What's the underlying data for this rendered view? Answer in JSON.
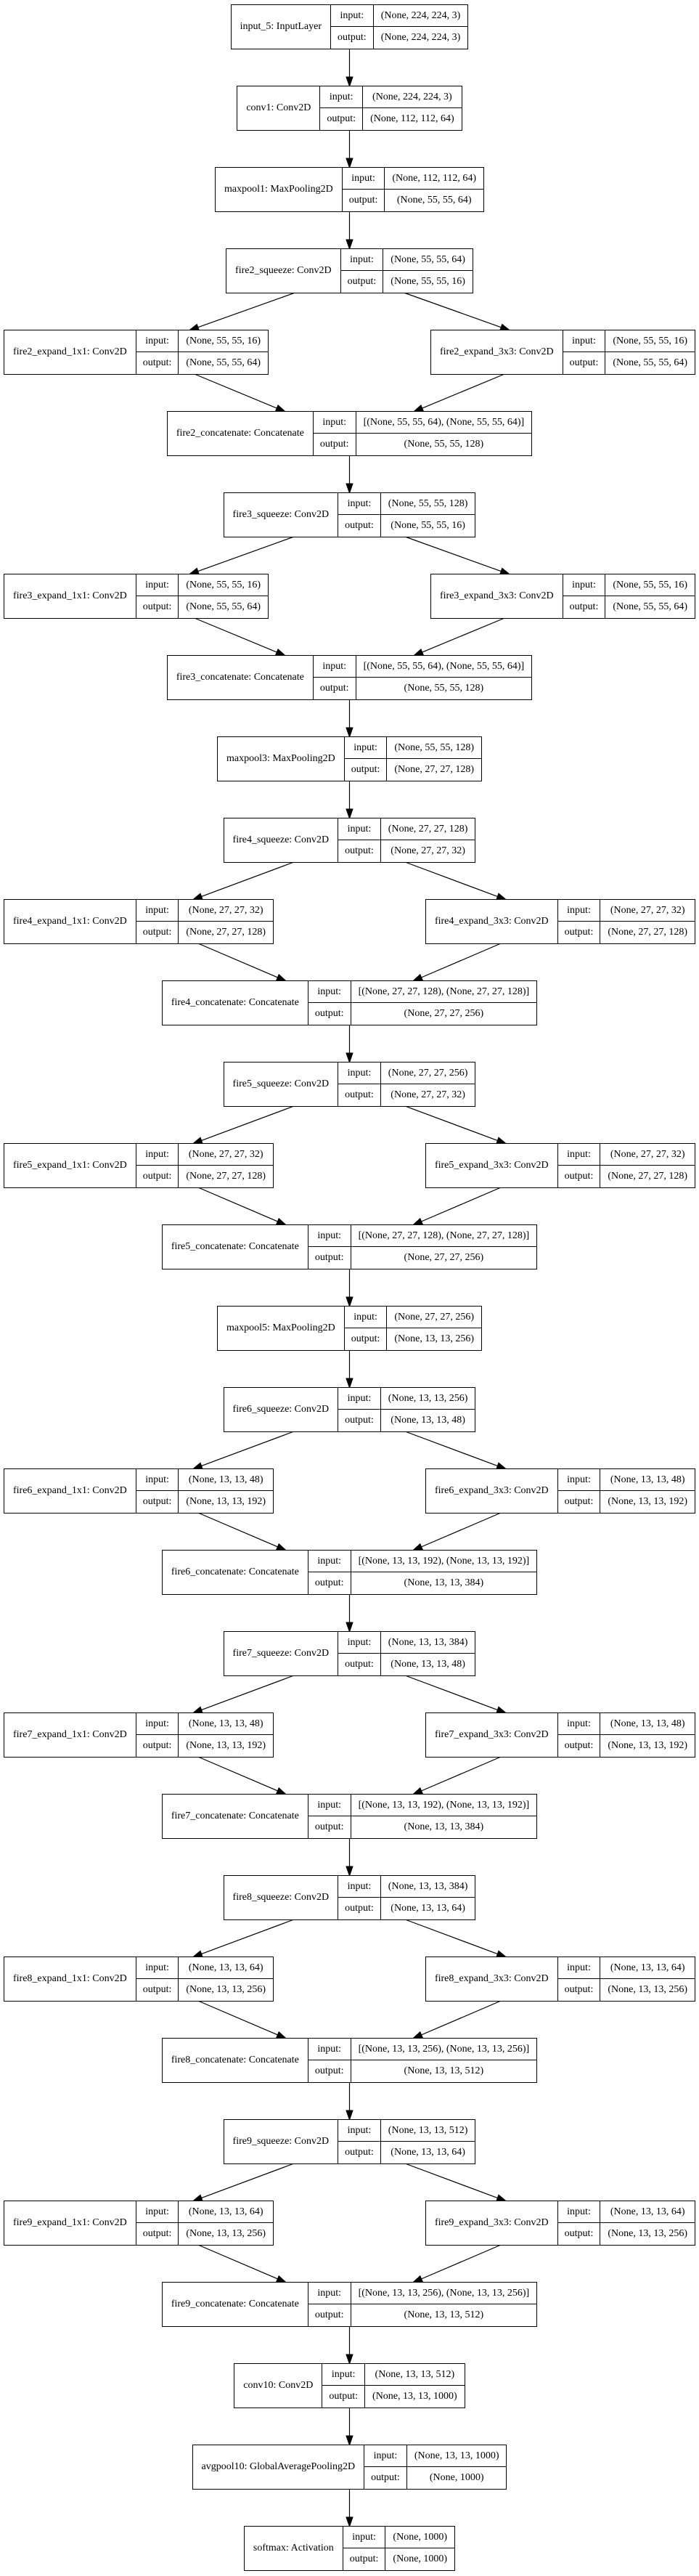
{
  "diagram": {
    "background": "#ffffff",
    "line_color": "#000000",
    "box_fill": "#ffffff",
    "text_color": "#000000",
    "io_labels": {
      "input": "input:",
      "output": "output:"
    }
  },
  "nodes": [
    {
      "id": "input_5",
      "label": "input_5: InputLayer",
      "input": "(None, 224, 224, 3)",
      "output": "(None, 224, 224, 3)"
    },
    {
      "id": "conv1",
      "label": "conv1: Conv2D",
      "input": "(None, 224, 224, 3)",
      "output": "(None, 112, 112, 64)"
    },
    {
      "id": "maxpool1",
      "label": "maxpool1: MaxPooling2D",
      "input": "(None, 112, 112, 64)",
      "output": "(None, 55, 55, 64)"
    },
    {
      "id": "fire2_squeeze",
      "label": "fire2_squeeze: Conv2D",
      "input": "(None, 55, 55, 64)",
      "output": "(None, 55, 55, 16)"
    },
    {
      "id": "fire2_expand_1x1",
      "label": "fire2_expand_1x1: Conv2D",
      "input": "(None, 55, 55, 16)",
      "output": "(None, 55, 55, 64)"
    },
    {
      "id": "fire2_expand_3x3",
      "label": "fire2_expand_3x3: Conv2D",
      "input": "(None, 55, 55, 16)",
      "output": "(None, 55, 55, 64)"
    },
    {
      "id": "fire2_concatenate",
      "label": "fire2_concatenate: Concatenate",
      "input": "[(None, 55, 55, 64), (None, 55, 55, 64)]",
      "output": "(None, 55, 55, 128)"
    },
    {
      "id": "fire3_squeeze",
      "label": "fire3_squeeze: Conv2D",
      "input": "(None, 55, 55, 128)",
      "output": "(None, 55, 55, 16)"
    },
    {
      "id": "fire3_expand_1x1",
      "label": "fire3_expand_1x1: Conv2D",
      "input": "(None, 55, 55, 16)",
      "output": "(None, 55, 55, 64)"
    },
    {
      "id": "fire3_expand_3x3",
      "label": "fire3_expand_3x3: Conv2D",
      "input": "(None, 55, 55, 16)",
      "output": "(None, 55, 55, 64)"
    },
    {
      "id": "fire3_concatenate",
      "label": "fire3_concatenate: Concatenate",
      "input": "[(None, 55, 55, 64), (None, 55, 55, 64)]",
      "output": "(None, 55, 55, 128)"
    },
    {
      "id": "maxpool3",
      "label": "maxpool3: MaxPooling2D",
      "input": "(None, 55, 55, 128)",
      "output": "(None, 27, 27, 128)"
    },
    {
      "id": "fire4_squeeze",
      "label": "fire4_squeeze: Conv2D",
      "input": "(None, 27, 27, 128)",
      "output": "(None, 27, 27, 32)"
    },
    {
      "id": "fire4_expand_1x1",
      "label": "fire4_expand_1x1: Conv2D",
      "input": "(None, 27, 27, 32)",
      "output": "(None, 27, 27, 128)"
    },
    {
      "id": "fire4_expand_3x3",
      "label": "fire4_expand_3x3: Conv2D",
      "input": "(None, 27, 27, 32)",
      "output": "(None, 27, 27, 128)"
    },
    {
      "id": "fire4_concatenate",
      "label": "fire4_concatenate: Concatenate",
      "input": "[(None, 27, 27, 128), (None, 27, 27, 128)]",
      "output": "(None, 27, 27, 256)"
    },
    {
      "id": "fire5_squeeze",
      "label": "fire5_squeeze: Conv2D",
      "input": "(None, 27, 27, 256)",
      "output": "(None, 27, 27, 32)"
    },
    {
      "id": "fire5_expand_1x1",
      "label": "fire5_expand_1x1: Conv2D",
      "input": "(None, 27, 27, 32)",
      "output": "(None, 27, 27, 128)"
    },
    {
      "id": "fire5_expand_3x3",
      "label": "fire5_expand_3x3: Conv2D",
      "input": "(None, 27, 27, 32)",
      "output": "(None, 27, 27, 128)"
    },
    {
      "id": "fire5_concatenate",
      "label": "fire5_concatenate: Concatenate",
      "input": "[(None, 27, 27, 128), (None, 27, 27, 128)]",
      "output": "(None, 27, 27, 256)"
    },
    {
      "id": "maxpool5",
      "label": "maxpool5: MaxPooling2D",
      "input": "(None, 27, 27, 256)",
      "output": "(None, 13, 13, 256)"
    },
    {
      "id": "fire6_squeeze",
      "label": "fire6_squeeze: Conv2D",
      "input": "(None, 13, 13, 256)",
      "output": "(None, 13, 13, 48)"
    },
    {
      "id": "fire6_expand_1x1",
      "label": "fire6_expand_1x1: Conv2D",
      "input": "(None, 13, 13, 48)",
      "output": "(None, 13, 13, 192)"
    },
    {
      "id": "fire6_expand_3x3",
      "label": "fire6_expand_3x3: Conv2D",
      "input": "(None, 13, 13, 48)",
      "output": "(None, 13, 13, 192)"
    },
    {
      "id": "fire6_concatenate",
      "label": "fire6_concatenate: Concatenate",
      "input": "[(None, 13, 13, 192), (None, 13, 13, 192)]",
      "output": "(None, 13, 13, 384)"
    },
    {
      "id": "fire7_squeeze",
      "label": "fire7_squeeze: Conv2D",
      "input": "(None, 13, 13, 384)",
      "output": "(None, 13, 13, 48)"
    },
    {
      "id": "fire7_expand_1x1",
      "label": "fire7_expand_1x1: Conv2D",
      "input": "(None, 13, 13, 48)",
      "output": "(None, 13, 13, 192)"
    },
    {
      "id": "fire7_expand_3x3",
      "label": "fire7_expand_3x3: Conv2D",
      "input": "(None, 13, 13, 48)",
      "output": "(None, 13, 13, 192)"
    },
    {
      "id": "fire7_concatenate",
      "label": "fire7_concatenate: Concatenate",
      "input": "[(None, 13, 13, 192), (None, 13, 13, 192)]",
      "output": "(None, 13, 13, 384)"
    },
    {
      "id": "fire8_squeeze",
      "label": "fire8_squeeze: Conv2D",
      "input": "(None, 13, 13, 384)",
      "output": "(None, 13, 13, 64)"
    },
    {
      "id": "fire8_expand_1x1",
      "label": "fire8_expand_1x1: Conv2D",
      "input": "(None, 13, 13, 64)",
      "output": "(None, 13, 13, 256)"
    },
    {
      "id": "fire8_expand_3x3",
      "label": "fire8_expand_3x3: Conv2D",
      "input": "(None, 13, 13, 64)",
      "output": "(None, 13, 13, 256)"
    },
    {
      "id": "fire8_concatenate",
      "label": "fire8_concatenate: Concatenate",
      "input": "[(None, 13, 13, 256), (None, 13, 13, 256)]",
      "output": "(None, 13, 13, 512)"
    },
    {
      "id": "fire9_squeeze",
      "label": "fire9_squeeze: Conv2D",
      "input": "(None, 13, 13, 512)",
      "output": "(None, 13, 13, 64)"
    },
    {
      "id": "fire9_expand_1x1",
      "label": "fire9_expand_1x1: Conv2D",
      "input": "(None, 13, 13, 64)",
      "output": "(None, 13, 13, 256)"
    },
    {
      "id": "fire9_expand_3x3",
      "label": "fire9_expand_3x3: Conv2D",
      "input": "(None, 13, 13, 64)",
      "output": "(None, 13, 13, 256)"
    },
    {
      "id": "fire9_concatenate",
      "label": "fire9_concatenate: Concatenate",
      "input": "[(None, 13, 13, 256), (None, 13, 13, 256)]",
      "output": "(None, 13, 13, 512)"
    },
    {
      "id": "conv10",
      "label": "conv10: Conv2D",
      "input": "(None, 13, 13, 512)",
      "output": "(None, 13, 13, 1000)"
    },
    {
      "id": "avgpool10",
      "label": "avgpool10: GlobalAveragePooling2D",
      "input": "(None, 13, 13, 1000)",
      "output": "(None, 1000)"
    },
    {
      "id": "softmax",
      "label": "softmax: Activation",
      "input": "(None, 1000)",
      "output": "(None, 1000)"
    }
  ],
  "rows": [
    [
      "input_5"
    ],
    [
      "conv1"
    ],
    [
      "maxpool1"
    ],
    [
      "fire2_squeeze"
    ],
    [
      "fire2_expand_1x1",
      "fire2_expand_3x3"
    ],
    [
      "fire2_concatenate"
    ],
    [
      "fire3_squeeze"
    ],
    [
      "fire3_expand_1x1",
      "fire3_expand_3x3"
    ],
    [
      "fire3_concatenate"
    ],
    [
      "maxpool3"
    ],
    [
      "fire4_squeeze"
    ],
    [
      "fire4_expand_1x1",
      "fire4_expand_3x3"
    ],
    [
      "fire4_concatenate"
    ],
    [
      "fire5_squeeze"
    ],
    [
      "fire5_expand_1x1",
      "fire5_expand_3x3"
    ],
    [
      "fire5_concatenate"
    ],
    [
      "maxpool5"
    ],
    [
      "fire6_squeeze"
    ],
    [
      "fire6_expand_1x1",
      "fire6_expand_3x3"
    ],
    [
      "fire6_concatenate"
    ],
    [
      "fire7_squeeze"
    ],
    [
      "fire7_expand_1x1",
      "fire7_expand_3x3"
    ],
    [
      "fire7_concatenate"
    ],
    [
      "fire8_squeeze"
    ],
    [
      "fire8_expand_1x1",
      "fire8_expand_3x3"
    ],
    [
      "fire8_concatenate"
    ],
    [
      "fire9_squeeze"
    ],
    [
      "fire9_expand_1x1",
      "fire9_expand_3x3"
    ],
    [
      "fire9_concatenate"
    ],
    [
      "conv10"
    ],
    [
      "avgpool10"
    ],
    [
      "softmax"
    ]
  ],
  "edges": [
    [
      "input_5",
      "conv1"
    ],
    [
      "conv1",
      "maxpool1"
    ],
    [
      "maxpool1",
      "fire2_squeeze"
    ],
    [
      "fire2_squeeze",
      "fire2_expand_1x1"
    ],
    [
      "fire2_squeeze",
      "fire2_expand_3x3"
    ],
    [
      "fire2_expand_1x1",
      "fire2_concatenate"
    ],
    [
      "fire2_expand_3x3",
      "fire2_concatenate"
    ],
    [
      "fire2_concatenate",
      "fire3_squeeze"
    ],
    [
      "fire3_squeeze",
      "fire3_expand_1x1"
    ],
    [
      "fire3_squeeze",
      "fire3_expand_3x3"
    ],
    [
      "fire3_expand_1x1",
      "fire3_concatenate"
    ],
    [
      "fire3_expand_3x3",
      "fire3_concatenate"
    ],
    [
      "fire3_concatenate",
      "maxpool3"
    ],
    [
      "maxpool3",
      "fire4_squeeze"
    ],
    [
      "fire4_squeeze",
      "fire4_expand_1x1"
    ],
    [
      "fire4_squeeze",
      "fire4_expand_3x3"
    ],
    [
      "fire4_expand_1x1",
      "fire4_concatenate"
    ],
    [
      "fire4_expand_3x3",
      "fire4_concatenate"
    ],
    [
      "fire4_concatenate",
      "fire5_squeeze"
    ],
    [
      "fire5_squeeze",
      "fire5_expand_1x1"
    ],
    [
      "fire5_squeeze",
      "fire5_expand_3x3"
    ],
    [
      "fire5_expand_1x1",
      "fire5_concatenate"
    ],
    [
      "fire5_expand_3x3",
      "fire5_concatenate"
    ],
    [
      "fire5_concatenate",
      "maxpool5"
    ],
    [
      "maxpool5",
      "fire6_squeeze"
    ],
    [
      "fire6_squeeze",
      "fire6_expand_1x1"
    ],
    [
      "fire6_squeeze",
      "fire6_expand_3x3"
    ],
    [
      "fire6_expand_1x1",
      "fire6_concatenate"
    ],
    [
      "fire6_expand_3x3",
      "fire6_concatenate"
    ],
    [
      "fire6_concatenate",
      "fire7_squeeze"
    ],
    [
      "fire7_squeeze",
      "fire7_expand_1x1"
    ],
    [
      "fire7_squeeze",
      "fire7_expand_3x3"
    ],
    [
      "fire7_expand_1x1",
      "fire7_concatenate"
    ],
    [
      "fire7_expand_3x3",
      "fire7_concatenate"
    ],
    [
      "fire7_concatenate",
      "fire8_squeeze"
    ],
    [
      "fire8_squeeze",
      "fire8_expand_1x1"
    ],
    [
      "fire8_squeeze",
      "fire8_expand_3x3"
    ],
    [
      "fire8_expand_1x1",
      "fire8_concatenate"
    ],
    [
      "fire8_expand_3x3",
      "fire8_concatenate"
    ],
    [
      "fire8_concatenate",
      "fire9_squeeze"
    ],
    [
      "fire9_squeeze",
      "fire9_expand_1x1"
    ],
    [
      "fire9_squeeze",
      "fire9_expand_3x3"
    ],
    [
      "fire9_expand_1x1",
      "fire9_concatenate"
    ],
    [
      "fire9_expand_3x3",
      "fire9_concatenate"
    ],
    [
      "fire9_concatenate",
      "conv10"
    ],
    [
      "conv10",
      "avgpool10"
    ],
    [
      "avgpool10",
      "softmax"
    ]
  ]
}
